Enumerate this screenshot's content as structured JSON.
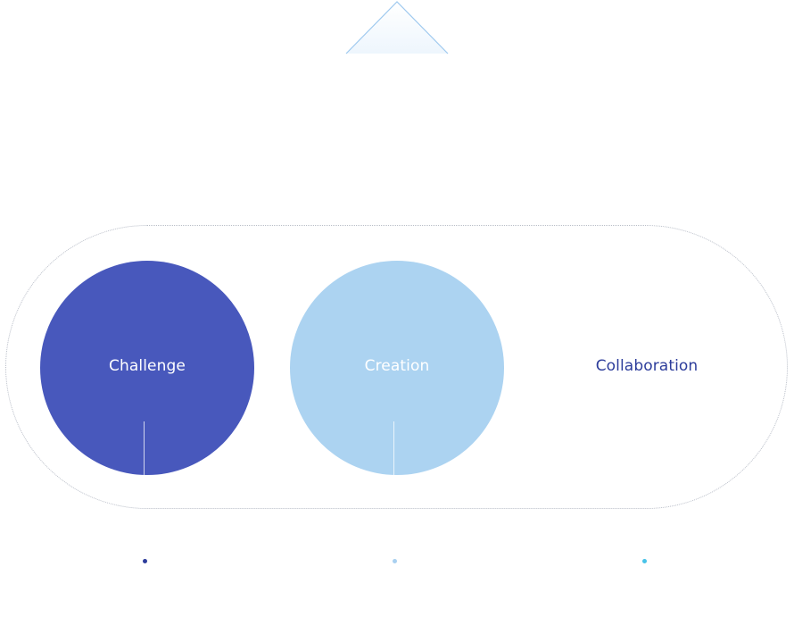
{
  "colors": {
    "challenge": "#4858bc",
    "creation": "#acd3f1",
    "collaboration_text": "#2d3d9b",
    "dot_1": "#2d3d9b",
    "dot_2": "#a9d0f0",
    "dot_3": "#48c3e8",
    "triangle_stroke": "#9ec9ef"
  },
  "circles": [
    {
      "label": "Challenge"
    },
    {
      "label": "Creation"
    },
    {
      "label": "Collaboration"
    }
  ],
  "icons": {
    "top": "triangle-outline"
  }
}
